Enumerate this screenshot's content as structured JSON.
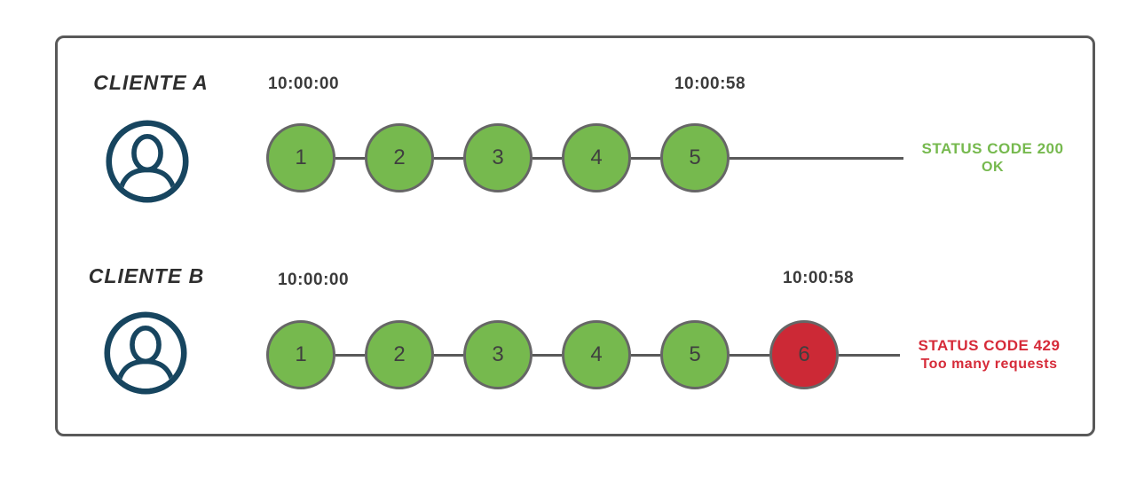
{
  "colors": {
    "success_green": "#76b94e",
    "error_red": "#cc2936",
    "status_green_text": "#76b94e",
    "status_red_text": "#d62b39",
    "icon_navy": "#17455f",
    "frame_border_gray": "#595959",
    "text_dark": "#3b3b3b"
  },
  "rows": [
    {
      "client_label": "CLIENTE A",
      "start_time": "10:00:00",
      "end_time": "10:00:58",
      "user_icon": "user-avatar-icon",
      "requests": [
        {
          "label": "1",
          "status": "success"
        },
        {
          "label": "2",
          "status": "success"
        },
        {
          "label": "3",
          "status": "success"
        },
        {
          "label": "4",
          "status": "success"
        },
        {
          "label": "5",
          "status": "success"
        }
      ],
      "status": {
        "line1": "STATUS CODE 200",
        "line2": "OK"
      }
    },
    {
      "client_label": "CLIENTE B",
      "start_time": "10:00:00",
      "end_time": "10:00:58",
      "user_icon": "user-avatar-icon",
      "requests": [
        {
          "label": "1",
          "status": "success"
        },
        {
          "label": "2",
          "status": "success"
        },
        {
          "label": "3",
          "status": "success"
        },
        {
          "label": "4",
          "status": "success"
        },
        {
          "label": "5",
          "status": "success"
        },
        {
          "label": "6",
          "status": "error"
        }
      ],
      "status": {
        "line1": "STATUS CODE 429",
        "line2": "Too many requests"
      }
    }
  ]
}
